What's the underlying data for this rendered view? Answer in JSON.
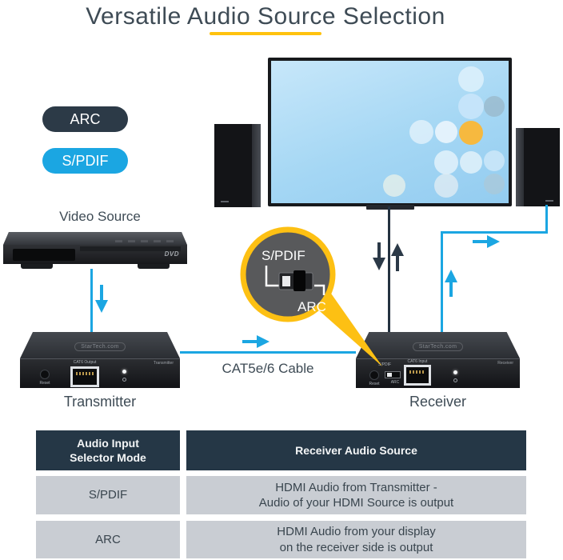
{
  "title": "Versatile Audio Source Selection",
  "badges": {
    "arc": "ARC",
    "spdif": "S/PDIF"
  },
  "video_source_label": "Video Source",
  "cable_label": "CAT5e/6 Cable",
  "transmitter_label": "Transmitter",
  "receiver_label": "Receiver",
  "magnifier": {
    "spdif": "S/PDIF",
    "arc": "ARC"
  },
  "devices": {
    "transmitter": {
      "brand": "StarTech.com",
      "tag": "Transmitter",
      "reset": "Reset",
      "port": "CAT6 Output"
    },
    "receiver": {
      "brand": "StarTech.com",
      "tag": "Receiver",
      "reset": "Reset",
      "port": "CAT6 Input",
      "switch_top": "S/PDIF",
      "switch_bottom": "ARC"
    }
  },
  "dvd": {
    "logo": "DVD"
  },
  "table": {
    "header": {
      "col1_line1": "Audio Input",
      "col1_line2": "Selector Mode",
      "col2": "Receiver Audio Source"
    },
    "rows": [
      {
        "mode": "S/PDIF",
        "line1": "HDMI Audio from Transmitter -",
        "line2": "Audio of your HDMI Source is output"
      },
      {
        "mode": "ARC",
        "line1": "HDMI Audio from your display",
        "line2": "on the receiver side is output"
      }
    ]
  },
  "colors": {
    "accent_blue": "#1ba6e2",
    "accent_yellow": "#ffc20e",
    "header_navy": "#253746",
    "row_gray": "#c9cdd3",
    "badge_dark": "#2c3a47"
  }
}
